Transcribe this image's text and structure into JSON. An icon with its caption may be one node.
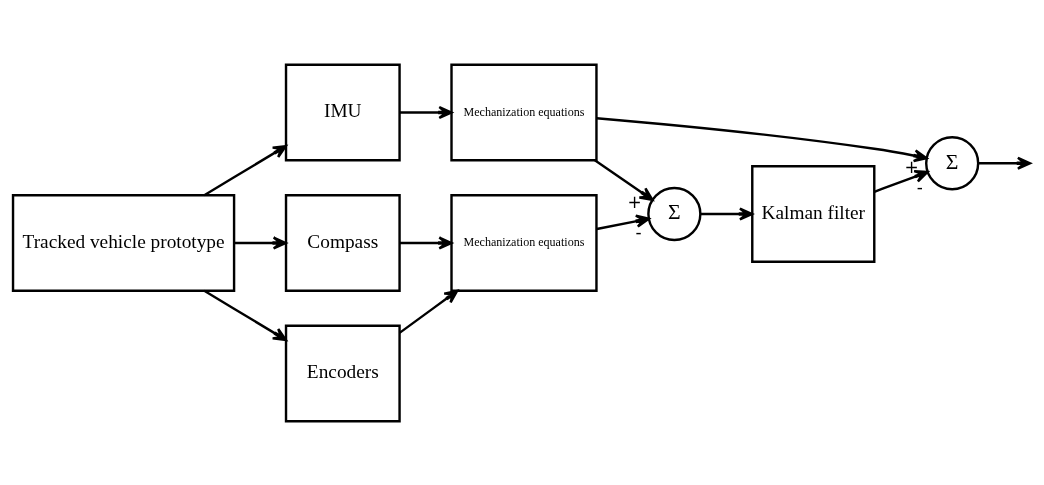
{
  "diagram": {
    "nodes": [
      {
        "text": [
          "Tracked vehicle prototype"
        ]
      },
      {
        "text": [
          "IMU"
        ]
      },
      {
        "text": [
          "Compass"
        ]
      },
      {
        "text": [
          "Encoders"
        ]
      },
      {
        "text": [
          "Mechanization equations"
        ]
      },
      {
        "text": [
          "Mechanization equations"
        ]
      },
      {
        "text": [
          "Σ"
        ]
      },
      {
        "text": [
          "Σ"
        ]
      },
      {
        "text": [
          "Kalman filter"
        ]
      }
    ],
    "edges": [
      {
        "from": 0,
        "to": 1,
        "arrow": "to"
      },
      {
        "from": 0,
        "to": 2,
        "arrow": "to"
      },
      {
        "from": 0,
        "to": 3,
        "arrow": "to"
      },
      {
        "from": 1,
        "to": 4,
        "arrow": "to"
      },
      {
        "from": 2,
        "to": 5,
        "arrow": "to"
      },
      {
        "from": 3,
        "to": 5,
        "arrow": "to"
      },
      {
        "from": 4,
        "to": 6,
        "arrow": "to",
        "label": "+"
      },
      {
        "from": 4,
        "to": 7,
        "arrow": "to",
        "label": "+"
      },
      {
        "from": 5,
        "to": 7,
        "arrow": "to",
        "label": "-"
      },
      {
        "from": 7,
        "to": 8,
        "arrow": "to"
      },
      {
        "from": 8,
        "to": 6,
        "arrow": "to",
        "label": "-"
      },
      {
        "from": 6,
        "to": null,
        "arrow": "to"
      }
    ]
  }
}
